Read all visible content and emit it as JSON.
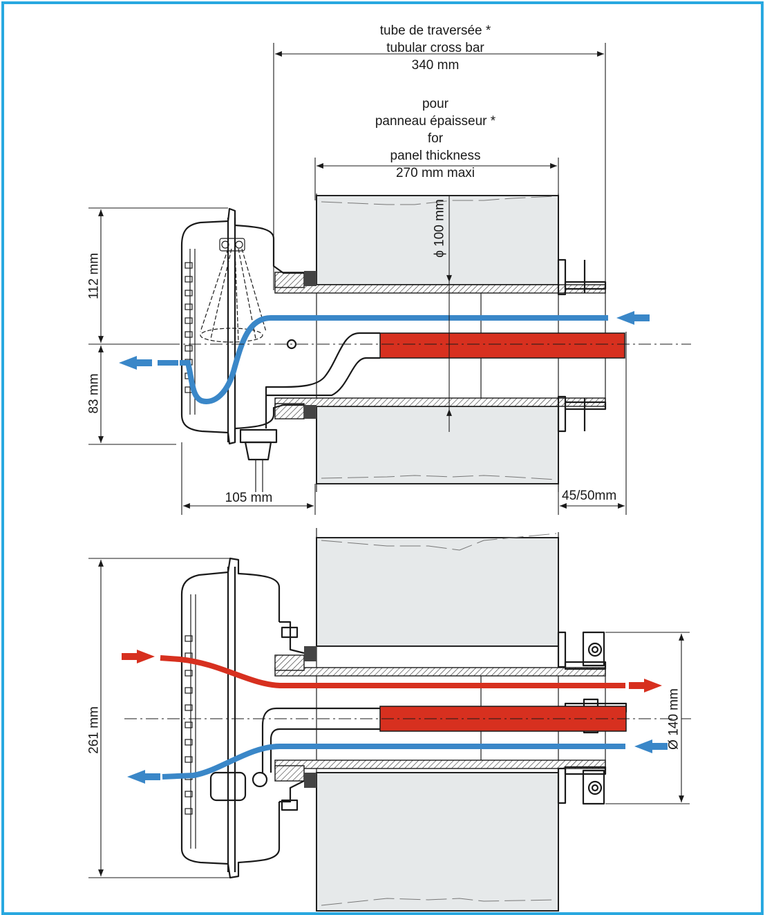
{
  "colors": {
    "frame": "#29a8e0",
    "cold_flow": "#3a87c8",
    "hot_flow": "#d7301f",
    "heater": "#d7301f",
    "panel_fill": "#e6e9ea",
    "line": "#1a1a1a"
  },
  "labels": {
    "cross_bar_fr": "tube de traversée *",
    "cross_bar_en": "tubular cross bar",
    "cross_bar_len": "340 mm",
    "panel_fr_1": "pour",
    "panel_fr_2": "panneau épaisseur *",
    "panel_en_1": "for",
    "panel_en_2": "panel thickness",
    "panel_len": "270 mm maxi",
    "tube_diameter": "ϕ 100 mm",
    "upper_height": "112 mm",
    "lower_height": "83 mm",
    "housing_depth": "105 mm",
    "flange_depth": "45/50mm",
    "total_height": "261 mm",
    "flange_diameter": "Ø 140 mm"
  }
}
